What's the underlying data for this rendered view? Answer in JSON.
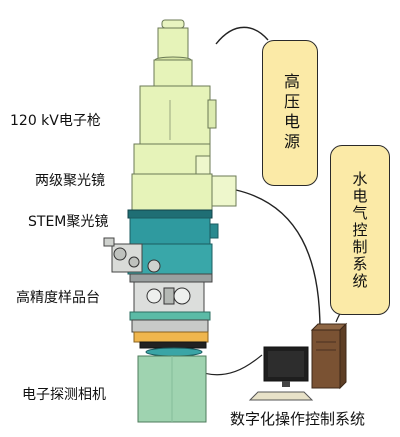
{
  "labels": {
    "gun": "120 kV电子枪",
    "two_stage": "两级聚光镜",
    "stem": "STEM聚光镜",
    "stage": "高精度样品台",
    "camera": "电子探测相机",
    "computer": "数字化操作控制系统"
  },
  "boxes": {
    "hv": "高压电源",
    "water": "水电气控制系统"
  },
  "colors": {
    "box_fill": "#fbeaa7",
    "column_light": "#e6f3b9",
    "column_teal": "#2f9a9f",
    "column_green": "#9fd3b0",
    "stage_gray": "#c9ccc9",
    "orange_ring": "#f2a531"
  }
}
